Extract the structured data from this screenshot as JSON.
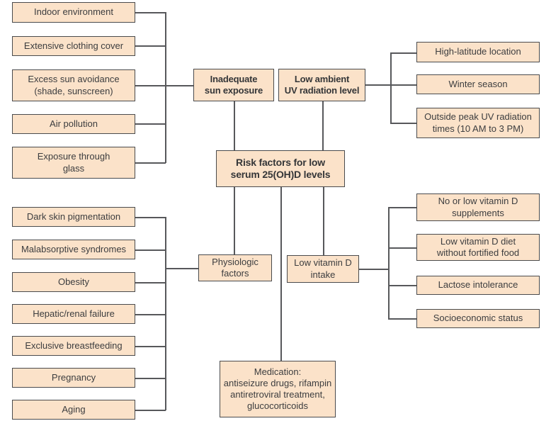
{
  "colors": {
    "box_fill": "#fbe2c9",
    "box_border": "#4a4b4d",
    "line": "#57585b",
    "text": "#3c3d3f"
  },
  "center": {
    "label": "Risk factors for low\nserum 25(OH)D levels"
  },
  "sun_exposure": {
    "hub": "Inadequate\nsun exposure",
    "causes": [
      "Indoor environment",
      "Extensive clothing cover",
      "Excess sun avoidance\n(shade, sunscreen)",
      "Air pollution",
      "Exposure through\nglass"
    ]
  },
  "uv_radiation": {
    "hub": "Low ambient\nUV radiation level",
    "causes": [
      "High-latitude location",
      "Winter season",
      "Outside peak UV radiation\ntimes (10 AM to 3 PM)"
    ]
  },
  "physiologic": {
    "hub": "Physiologic\nfactors",
    "causes": [
      "Dark skin pigmentation",
      "Malabsorptive syndromes",
      "Obesity",
      "Hepatic/renal failure",
      "Exclusive breastfeeding",
      "Pregnancy",
      "Aging"
    ]
  },
  "vitamin_d_intake": {
    "hub": "Low vitamin D\nintake",
    "causes": [
      "No or low vitamin D\nsupplements",
      "Low vitamin D diet\nwithout fortified food",
      "Lactose intolerance",
      "Socioeconomic status"
    ]
  },
  "medication": {
    "label": "Medication:\nantiseizure drugs, rifampin\nantiretroviral treatment,\nglucocorticoids"
  }
}
